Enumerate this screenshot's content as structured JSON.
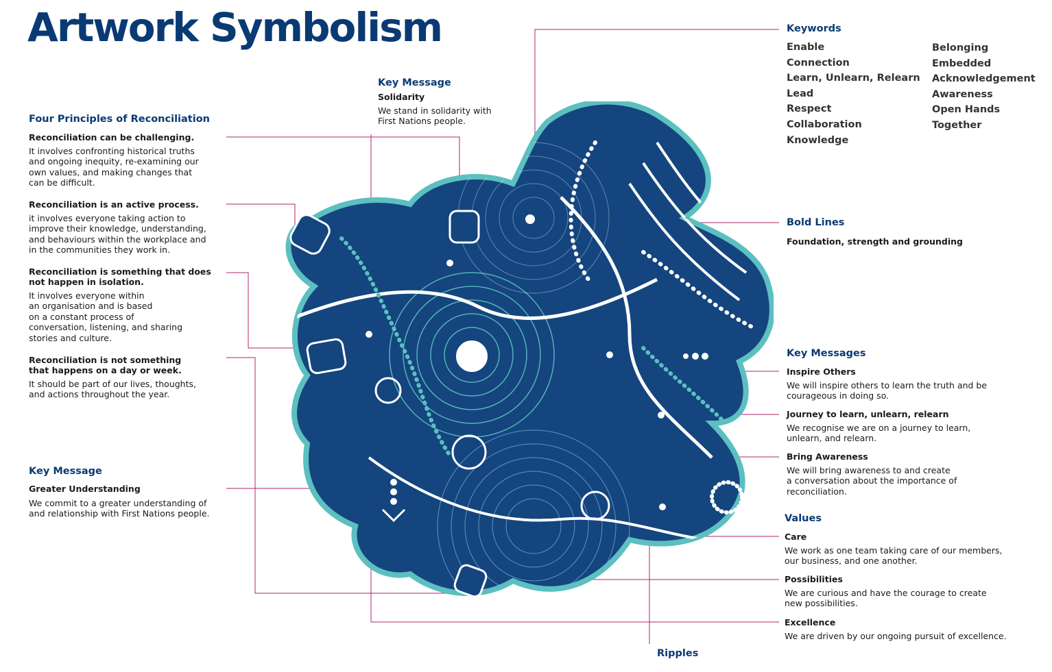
{
  "title": "Artwork Symbolism",
  "four_principles": {
    "heading": "Four Principles of Reconciliation",
    "items": [
      {
        "title": "Reconciliation can be challenging.",
        "text": "It involves confronting historical truths\nand ongoing inequity, re-examining our\nown values, and making changes that\ncan be difficult."
      },
      {
        "title": "Reconciliation is an active process.",
        "text": "it involves everyone taking action to\nimprove their knowledge, understanding,\nand behaviours within the workplace and\nin the communities they work in."
      },
      {
        "title": "Reconciliation is something that does\nnot happen in isolation.",
        "text": "It involves everyone within\nan organisation and is based\non a constant process of\nconversation, listening, and sharing\nstories and culture."
      },
      {
        "title": "Reconciliation is not something\nthat happens on a day or week.",
        "text": "It should be part of our lives, thoughts,\nand actions throughout the year."
      }
    ]
  },
  "key_message_left": {
    "heading": "Key Message",
    "title": "Greater Understanding",
    "text": "We commit to a greater understanding of\nand relationship with First Nations people."
  },
  "key_message_top": {
    "heading": "Key Message",
    "title": "Solidarity",
    "text": "We stand in solidarity with\nFirst Nations people."
  },
  "keywords": {
    "heading": "Keywords",
    "col1": [
      "Enable",
      "Connection",
      "Learn, Unlearn, Relearn",
      "Lead",
      "Respect",
      "Collaboration",
      "Knowledge"
    ],
    "col2": [
      "Belonging",
      "Embedded",
      "Acknowledgement",
      "Awareness",
      "Open Hands",
      "Together"
    ]
  },
  "bold_lines": {
    "heading": "Bold Lines",
    "text": "Foundation, strength and grounding"
  },
  "key_messages": {
    "heading": "Key Messages",
    "items": [
      {
        "title": "Inspire Others",
        "text": "We will inspire others to learn the truth and be\ncourageous in doing so."
      },
      {
        "title": "Journey to learn, unlearn, relearn",
        "text": "We recognise we are on a journey to learn,\nunlearn, and relearn."
      },
      {
        "title": "Bring Awareness",
        "text": "We will bring awareness to and create\na conversation about the importance of\nreconciliation."
      }
    ]
  },
  "values": {
    "heading": "Values",
    "items": [
      {
        "title": "Care",
        "text": "We work as one team taking care of our members,\nour business, and one another."
      },
      {
        "title": "Possibilities",
        "text": "We are curious and have the courage to create\nnew possibilities."
      },
      {
        "title": "Excellence",
        "text": "We are driven by our ongoing pursuit of excellence."
      }
    ]
  },
  "ripples": {
    "heading": "Ripples"
  },
  "colors": {
    "navy": "#0a3a73",
    "art_dark": "#14457e",
    "art_mid": "#2a6aa6",
    "teal": "#5cbfc0",
    "leader": "#b0206e"
  }
}
